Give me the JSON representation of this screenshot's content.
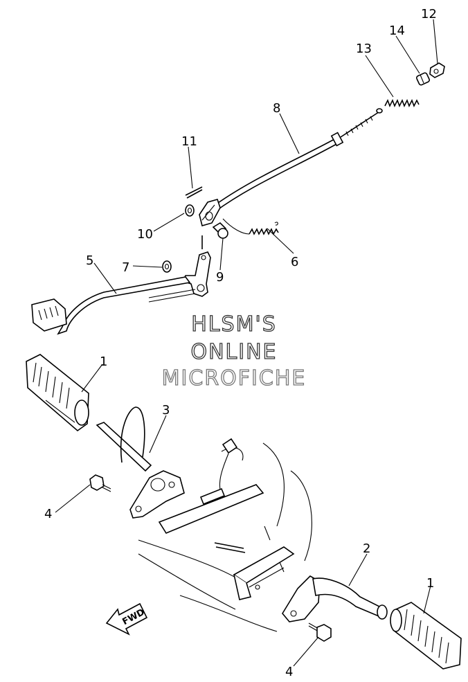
{
  "callouts": {
    "c1a": "1",
    "c1b": "1",
    "c2": "2",
    "c3": "3",
    "c4a": "4",
    "c4b": "4",
    "c5": "5",
    "c6": "6",
    "c7": "7",
    "c8": "8",
    "c9": "9",
    "c10": "10",
    "c11": "11",
    "c12": "12",
    "c13": "13",
    "c14": "14"
  },
  "watermark": {
    "line1": "HLSM'S",
    "line2": "ONLINE",
    "line3": "MICROFICHE"
  },
  "fwd_label": "FWD"
}
